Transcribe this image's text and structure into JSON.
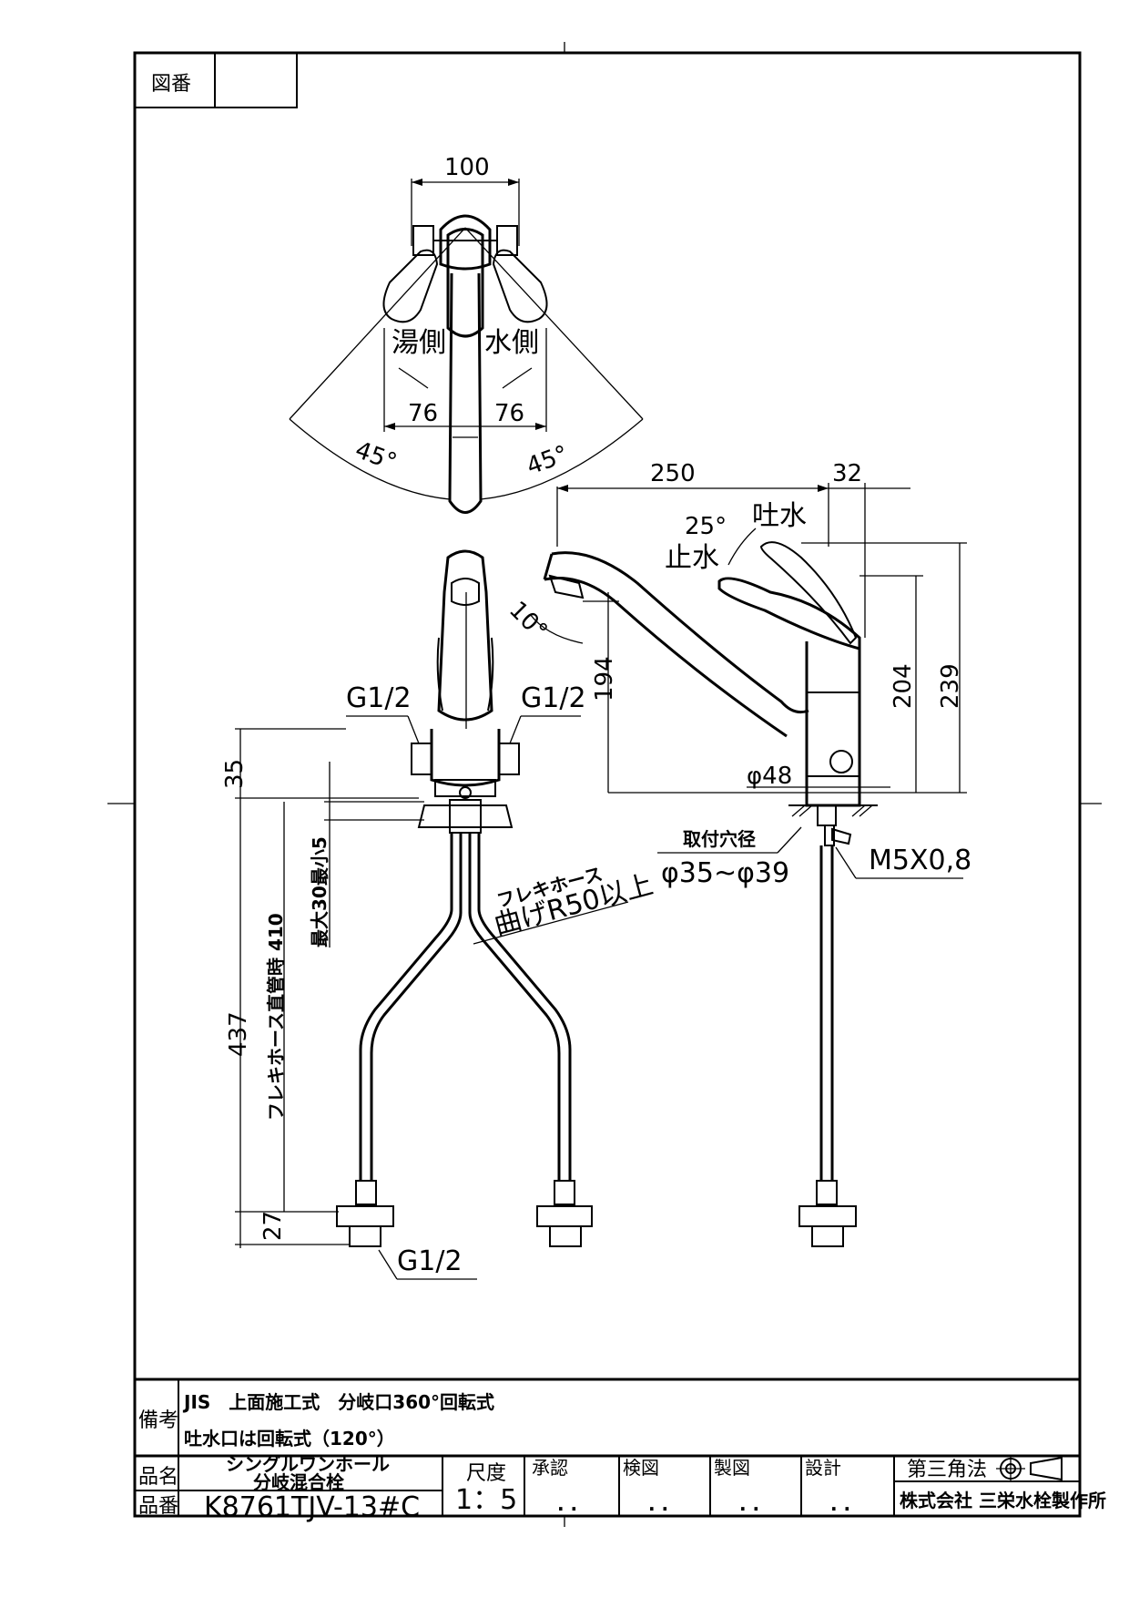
{
  "title_block": {
    "drawing_no_label": "図番",
    "drawing_no_value": "",
    "remarks_label": "備考",
    "remarks_line1": "JIS　上面施工式　分岐口360°回転式",
    "remarks_line2": "吐水口は回転式（120°）",
    "product_name_label": "品名",
    "product_name_line1": "シングルワンホール",
    "product_name_line2": "分岐混合栓",
    "scale_label": "尺度",
    "scale_value": "1：5",
    "approve_label": "承認",
    "inspect_label": "検図",
    "draft_label": "製図",
    "design_label": "設計",
    "date_placeholder": ". .",
    "projection_label": "第三角法",
    "product_no_label": "品番",
    "product_no_value": "K8761TJV-13#C",
    "company": "株式会社 三栄水栓製作所"
  },
  "dimensions": {
    "top_width": "100",
    "hot_side": "湯側",
    "cold_side": "水側",
    "left_76": "76",
    "right_76": "76",
    "left_angle": "45°",
    "right_angle": "45°",
    "spout_reach": "250",
    "body_offset": "32",
    "lever_angle": "25°",
    "lever_on": "吐水",
    "lever_off": "止水",
    "tilt_angle": "10°",
    "spout_height": "194",
    "lever_height": "204",
    "total_height": "239",
    "body_dia": "φ48",
    "hole_label": "取付穴径",
    "hole_range": "φ35~φ39",
    "bolt": "M5X0,8",
    "inlet_left": "G1/2",
    "inlet_right": "G1/2",
    "inlet_bottom": "G1/2",
    "height_35": "35",
    "counter_thickness": "最大30最小5",
    "hose_straight": "フレキホース直管時 410",
    "hose_total": "437",
    "hose_bend_line1": "フレキホース",
    "hose_bend_line2": "曲げR50以上",
    "nut_27": "27"
  }
}
